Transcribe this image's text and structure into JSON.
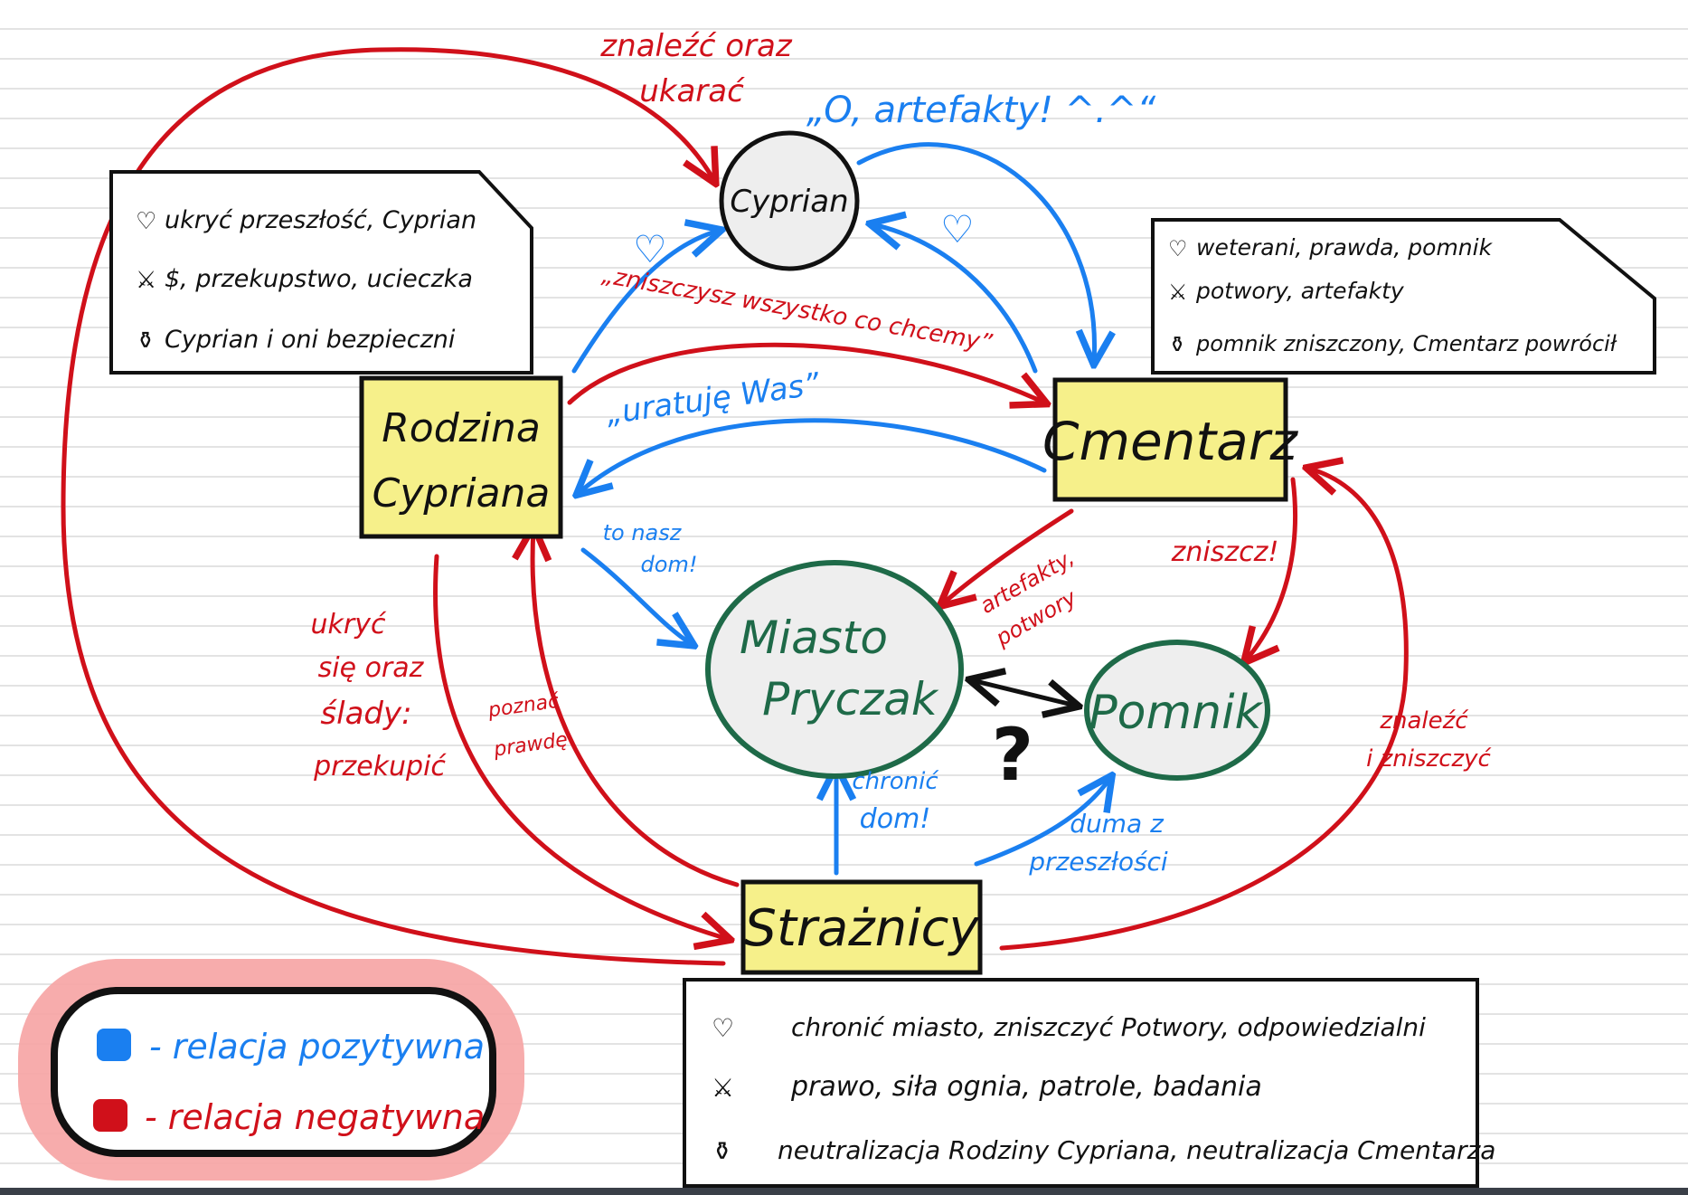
{
  "nodes": {
    "cyprian": "Cyprian",
    "rodzina": [
      "Rodzina",
      "Cypriana"
    ],
    "cmentarz": "Cmentarz",
    "miasto": [
      "Miasto",
      "Pryczak"
    ],
    "pomnik": "Pomnik",
    "straznicy": "Strażnicy"
  },
  "boxes": {
    "rodzina": [
      {
        "icon": "heart-icon",
        "text": "ukryć przeszłość, Cyprian"
      },
      {
        "icon": "sword-icon",
        "text": "$, przekupstwo, ucieczka"
      },
      {
        "icon": "goal-icon",
        "text": "Cyprian i oni bezpieczni"
      }
    ],
    "cmentarz": [
      {
        "icon": "heart-icon",
        "text": "weterani, prawda, pomnik"
      },
      {
        "icon": "sword-icon",
        "text": "potwory, artefakty"
      },
      {
        "icon": "goal-icon",
        "text": "pomnik zniszczony, Cmentarz powrócił"
      }
    ],
    "straznicy": [
      {
        "icon": "heart-icon",
        "text": "chronić miasto, zniszczyć Potwory, odpowiedzialni"
      },
      {
        "icon": "sword-icon",
        "text": "prawo, siła ognia, patrole, badania"
      },
      {
        "icon": "goal-icon",
        "text": "neutralizacja Rodziny Cypriana, neutralizacja Cmentarza"
      }
    ]
  },
  "edges": {
    "znalezc_ukarac": [
      "znaleźć oraz",
      "ukarać"
    ],
    "artefakty_quote": "„O, artefakty! ^.^“",
    "zniszczysz": "„zniszczysz wszystko co chcemy”",
    "uratuje": "„uratuję Was”",
    "to_nasz_dom": [
      "to nasz",
      "dom!"
    ],
    "artefakty_potwory": [
      "artefakty,",
      "potwory"
    ],
    "zniszcz": "zniszcz!",
    "ukryc": [
      "ukryć",
      "się oraz",
      "ślady:",
      "przekupić"
    ],
    "poznac_prawde": [
      "poznać",
      "prawdę"
    ],
    "chronic_dom": [
      "chronić",
      "dom!"
    ],
    "duma": [
      "duma z",
      "przeszłości"
    ],
    "znalezc_zniszczyc": [
      "znaleźć",
      "i zniszczyć"
    ],
    "question": "?"
  },
  "legend": {
    "positive": "- relacja pozytywna",
    "negative": "- relacja negatywna"
  },
  "colors": {
    "positive": "#1a7ff0",
    "negative": "#d0101a",
    "highlight": "#f6f08a",
    "place_fill": "#eeeeee",
    "place_border": "#1e6a48"
  }
}
